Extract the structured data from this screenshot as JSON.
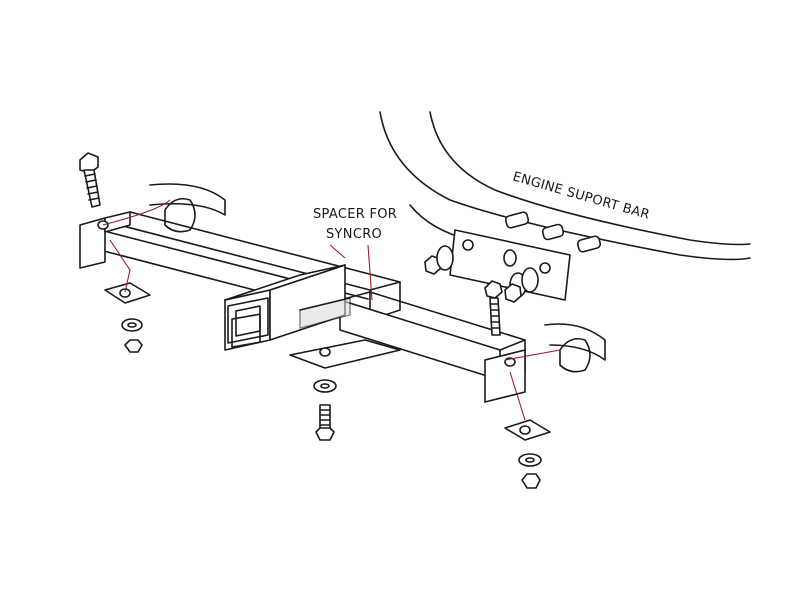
{
  "labels": {
    "spacer_line1": "SPACER FOR",
    "spacer_line2": "SYNCRO",
    "engine_bar": "ENGINE SUPORT BAR"
  },
  "colors": {
    "line": "#1a1a1a",
    "leader": "#9b1c2e",
    "background": "#ffffff"
  }
}
